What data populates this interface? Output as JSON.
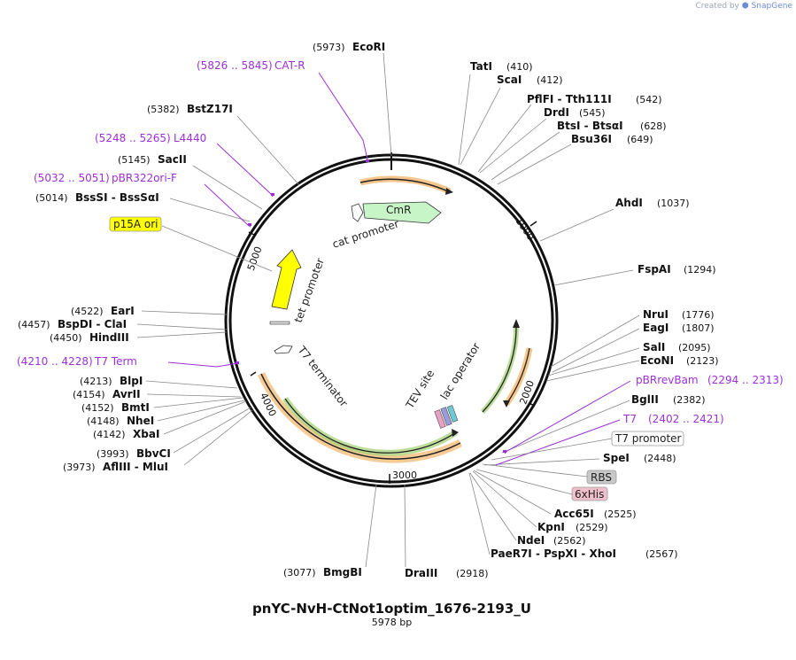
{
  "credit": {
    "prefix": "Created by",
    "brand": "SnapGene"
  },
  "plasmid": {
    "name": "pnYC-NvH-CtNot1optim_1676-2193_U",
    "length_label": "5978 bp"
  },
  "ticks": [
    "1000",
    "2000",
    "3000",
    "4000",
    "5000"
  ],
  "enzymes": [
    {
      "name": "EcoRI",
      "pos": "(5973)"
    },
    {
      "name": "TatI",
      "pos": "(410)"
    },
    {
      "name": "ScaI",
      "pos": "(412)"
    },
    {
      "name": "PflFI  -  Tth111I",
      "pos": "(542)"
    },
    {
      "name": "DrdI",
      "pos": "(545)"
    },
    {
      "name": "BtsI  -  BtsαI",
      "pos": "(628)"
    },
    {
      "name": "Bsu36I",
      "pos": "(649)"
    },
    {
      "name": "AhdI",
      "pos": "(1037)"
    },
    {
      "name": "FspAI",
      "pos": "(1294)"
    },
    {
      "name": "NruI",
      "pos": "(1776)"
    },
    {
      "name": "EagI",
      "pos": "(1807)"
    },
    {
      "name": "SalI",
      "pos": "(2095)"
    },
    {
      "name": "EcoNI",
      "pos": "(2123)"
    },
    {
      "name": "BglII",
      "pos": "(2382)"
    },
    {
      "name": "SpeI",
      "pos": "(2448)"
    },
    {
      "name": "Acc65I",
      "pos": "(2525)"
    },
    {
      "name": "KpnI",
      "pos": "(2529)"
    },
    {
      "name": "NdeI",
      "pos": "(2562)"
    },
    {
      "name": "PaeR7I  -  PspXI  -  XhoI",
      "pos": "(2567)"
    },
    {
      "name": "DraIII",
      "pos": "(2918)"
    },
    {
      "name": "BmgBI",
      "pos": "(3077)"
    },
    {
      "name": "AflIII  -  MluI",
      "pos": "(3973)"
    },
    {
      "name": "BbvCI",
      "pos": "(3993)"
    },
    {
      "name": "XbaI",
      "pos": "(4142)"
    },
    {
      "name": "NheI",
      "pos": "(4148)"
    },
    {
      "name": "BmtI",
      "pos": "(4152)"
    },
    {
      "name": "AvrII",
      "pos": "(4154)"
    },
    {
      "name": "BlpI",
      "pos": "(4213)"
    },
    {
      "name": "HindIII",
      "pos": "(4450)"
    },
    {
      "name": "BspDI  -  ClaI",
      "pos": "(4457)"
    },
    {
      "name": "EarI",
      "pos": "(4522)"
    },
    {
      "name": "BssSI  -  BssSαI",
      "pos": "(5014)"
    },
    {
      "name": "SacII",
      "pos": "(5145)"
    },
    {
      "name": "BstZ17I",
      "pos": "(5382)"
    }
  ],
  "primers": [
    {
      "range": "(5826 .. 5845)",
      "name": "CAT-R"
    },
    {
      "range": "(5248 .. 5265)",
      "name": "L4440"
    },
    {
      "range": "(5032 .. 5051)",
      "name": "pBR322ori-F"
    },
    {
      "range": "(4210 .. 4228)",
      "name": "T7 Term"
    },
    {
      "name": "pBRrevBam",
      "range": "(2294 .. 2313)"
    },
    {
      "name": "T7",
      "range": "(2402 .. 2421)"
    }
  ],
  "feature_boxes": [
    {
      "name": "p15A ori",
      "color": "#ffff00"
    },
    {
      "name": "T7 promoter",
      "color": "#ffffff"
    },
    {
      "name": "RBS",
      "color": "#c8c8c8"
    },
    {
      "name": "6xHis",
      "color": "#f0c0cc"
    }
  ],
  "inner_labels": [
    "CmR",
    "cat promoter",
    "tet promoter",
    "T7 terminator",
    "TEV site",
    "lac operator"
  ]
}
